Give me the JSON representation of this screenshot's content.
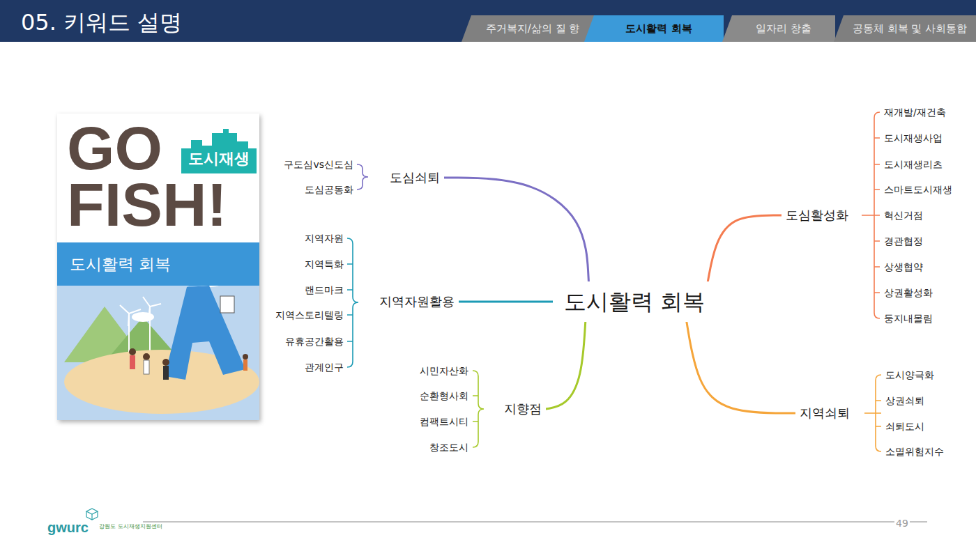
{
  "diagram": {
    "title": "05. 키워드 설명",
    "nodes": [
      {
        "text": [
          "주거복지/삶의 질 향"
        ]
      },
      {
        "text": [
          "도시활력 회복"
        ]
      },
      {
        "text": [
          "일자리 창출"
        ]
      },
      {
        "text": [
          "공동체 회복 및 사회통합"
        ]
      },
      {
        "text": [
          "GO FISH!"
        ]
      },
      {
        "text": [
          "도시재생"
        ],
        "in": 4
      },
      {
        "text": [
          "도시활력 회복"
        ],
        "in": 4
      },
      {
        "text": [
          "도심쇠퇴"
        ]
      },
      {
        "text": [
          "지역자원활용"
        ]
      },
      {
        "text": [
          "지향점"
        ]
      },
      {
        "text": [
          "도시활력 회복"
        ]
      },
      {
        "text": [
          "도심활성화"
        ]
      },
      {
        "text": [
          "지역쇠퇴"
        ]
      }
    ],
    "edges": [
      {
        "from": 10,
        "to": 7,
        "arrow": "none"
      },
      {
        "from": 10,
        "to": 8,
        "arrow": "none"
      },
      {
        "from": 10,
        "to": 9,
        "arrow": "none"
      },
      {
        "from": 10,
        "to": 11,
        "arrow": "none"
      },
      {
        "from": 10,
        "to": 12,
        "arrow": "none"
      }
    ],
    "labels": [
      "구도심vs신도심",
      "도심공동화",
      "지역자원",
      "지역특화",
      "랜드마크",
      "지역스토리텔링",
      "유휴공간활용",
      "관계인구",
      "시민자산화",
      "순환형사회",
      "컴팩트시티",
      "창조도시",
      "재개발/재건축",
      "도시재생사업",
      "도시재생리츠",
      "스마트도시재생",
      "혁신거점",
      "경관협정",
      "상생협약",
      "상권활성화",
      "둥지내몰림",
      "도시양극화",
      "상권쇠퇴",
      "쇠퇴도시",
      "소멸위험지수",
      "gwurc",
      "강원도 도시재생지원센터",
      "49"
    ]
  }
}
